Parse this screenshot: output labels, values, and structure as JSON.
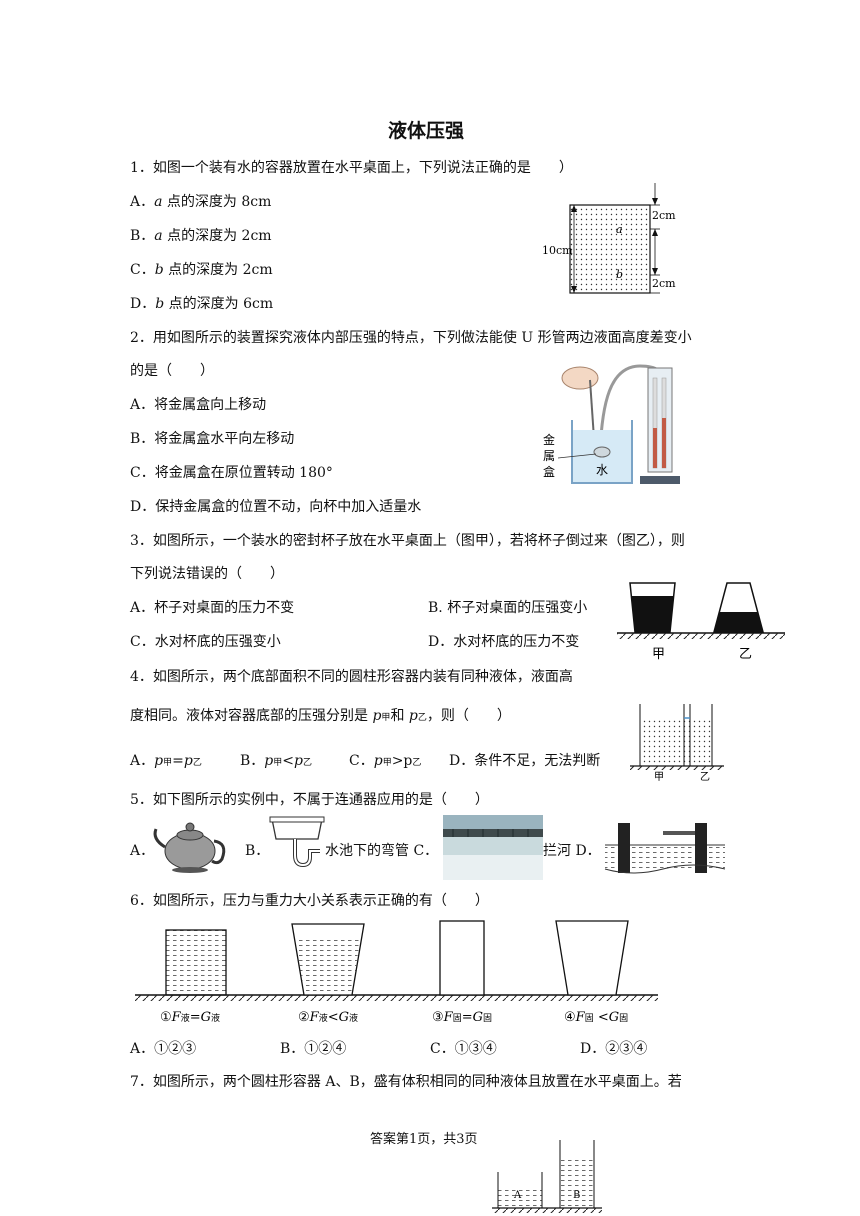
{
  "title": "液体压强",
  "q1": {
    "stem": "1．如图一个装有水的容器放置在水平桌面上，下列说法正确的是　　）",
    "A": {
      "prefix": "A．",
      "var": "a",
      "rest": " 点的深度为 8cm"
    },
    "B": {
      "prefix": "B．",
      "var": "a",
      "rest": " 点的深度为 2cm"
    },
    "C": {
      "prefix": "C．",
      "var": "b",
      "rest": " 点的深度为 2cm"
    },
    "D": {
      "prefix": "D．",
      "var": "b",
      "rest": " 点的深度为 6cm"
    },
    "fig": {
      "height_label": "10cm",
      "top_gap": "2cm",
      "bottom_gap": "2cm",
      "point_a": "a",
      "point_b": "b"
    }
  },
  "q2": {
    "stem1": "2．用如图所示的装置探究液体内部压强的特点，下列做法能使 U 形管两边液面高度差变小",
    "stem2": "的是（　　）",
    "A": "A．将金属盒向上移动",
    "B": "B．将金属盒水平向左移动",
    "C": "C．将金属盒在原位置转动 180°",
    "D": "D．保持金属盒的位置不动，向杯中加入适量水",
    "fig": {
      "label_box_1": "金",
      "label_box_2": "属",
      "label_box_3": "盒",
      "label_water": "水"
    }
  },
  "q3": {
    "stem1": "3．如图所示，一个装水的密封杯子放在水平桌面上（图甲），若将杯子倒过来（图乙），则",
    "stem2": "下列说法错误的（　　）",
    "A": "A．杯子对桌面的压力不变",
    "B": "B. 杯子对桌面的压强变小",
    "C": "C．水对杯底的压强变小",
    "D": "D．水对杯底的压力不变",
    "fig": {
      "left": "甲",
      "right": "乙"
    }
  },
  "q4": {
    "stem1": "4．如图所示，两个底部面积不同的圆柱形容器内装有同种液体，液面高",
    "stem2a": "度相同。液体对容器底部的压强分别是 ",
    "p": "p",
    "jia": "甲",
    "he": "和 ",
    "yi": "乙",
    "stem2b": "，则（　　）",
    "optA_prefix": "A．",
    "optA_op": "=",
    "optB_prefix": "B．",
    "optB_op": "<",
    "optC_prefix": "C．",
    "optC_op": ">p",
    "D": "D．条件不足，无法判断",
    "fig": {
      "left": "甲",
      "right": "乙"
    }
  },
  "q5": {
    "stem": "5．如下图所示的实例中，不属于连通器应用的是（　　）",
    "A": "A．",
    "B": "B．",
    "B_caption": "水池下的弯管 C．",
    "C_caption": "拦河 D．"
  },
  "q6": {
    "stem": "6．如图所示，压力与重力大小关系表示正确的有（　　）",
    "labels": [
      {
        "num": "①",
        "F": "F",
        "fsub": "液",
        "op": "=",
        "G": "G",
        "gsub": "液"
      },
      {
        "num": "②",
        "F": "F",
        "fsub": "液",
        "op": "<",
        "G": "G",
        "gsub": "液"
      },
      {
        "num": "③",
        "F": "F",
        "fsub": "固",
        "op": "=",
        "G": "G",
        "gsub": "固"
      },
      {
        "num": "④",
        "F": "F",
        "fsub": "固",
        "op": " <",
        "G": "G",
        "gsub": "固"
      }
    ],
    "A": "A．①②③",
    "B": "B．①②④",
    "C": "C．①③④",
    "D": "D．②③④"
  },
  "q7": {
    "stem": "7．如图所示，两个圆柱形容器 A、B，盛有体积相同的同种液体且放置在水平桌面上。若",
    "fig": {
      "left": "A",
      "right": "B"
    }
  },
  "footer": "答案第1页，共3页"
}
